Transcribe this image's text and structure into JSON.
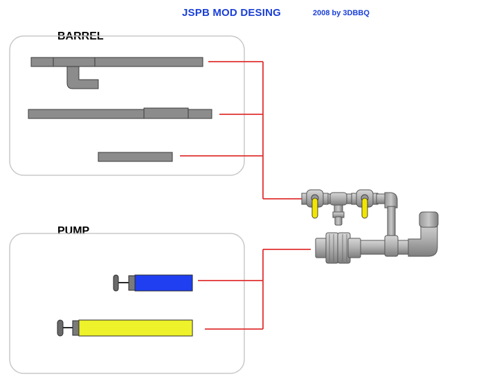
{
  "header": {
    "title": "JSPB MOD DESING",
    "credit": "2008 by 3DBBQ"
  },
  "groups": {
    "barrel": {
      "label": "BARREL"
    },
    "pump": {
      "label": "PUMP"
    }
  },
  "colors": {
    "pipe_fill": "#8c8c8c",
    "pipe_stroke": "#3a3a3a",
    "connector": "#e03030",
    "group_border": "#c8c8c8",
    "valve_handle": "#f2e600",
    "pump_blue": "#1f3ff0",
    "pump_yellow": "#eef22a",
    "title_color": "#1a3fd6"
  }
}
